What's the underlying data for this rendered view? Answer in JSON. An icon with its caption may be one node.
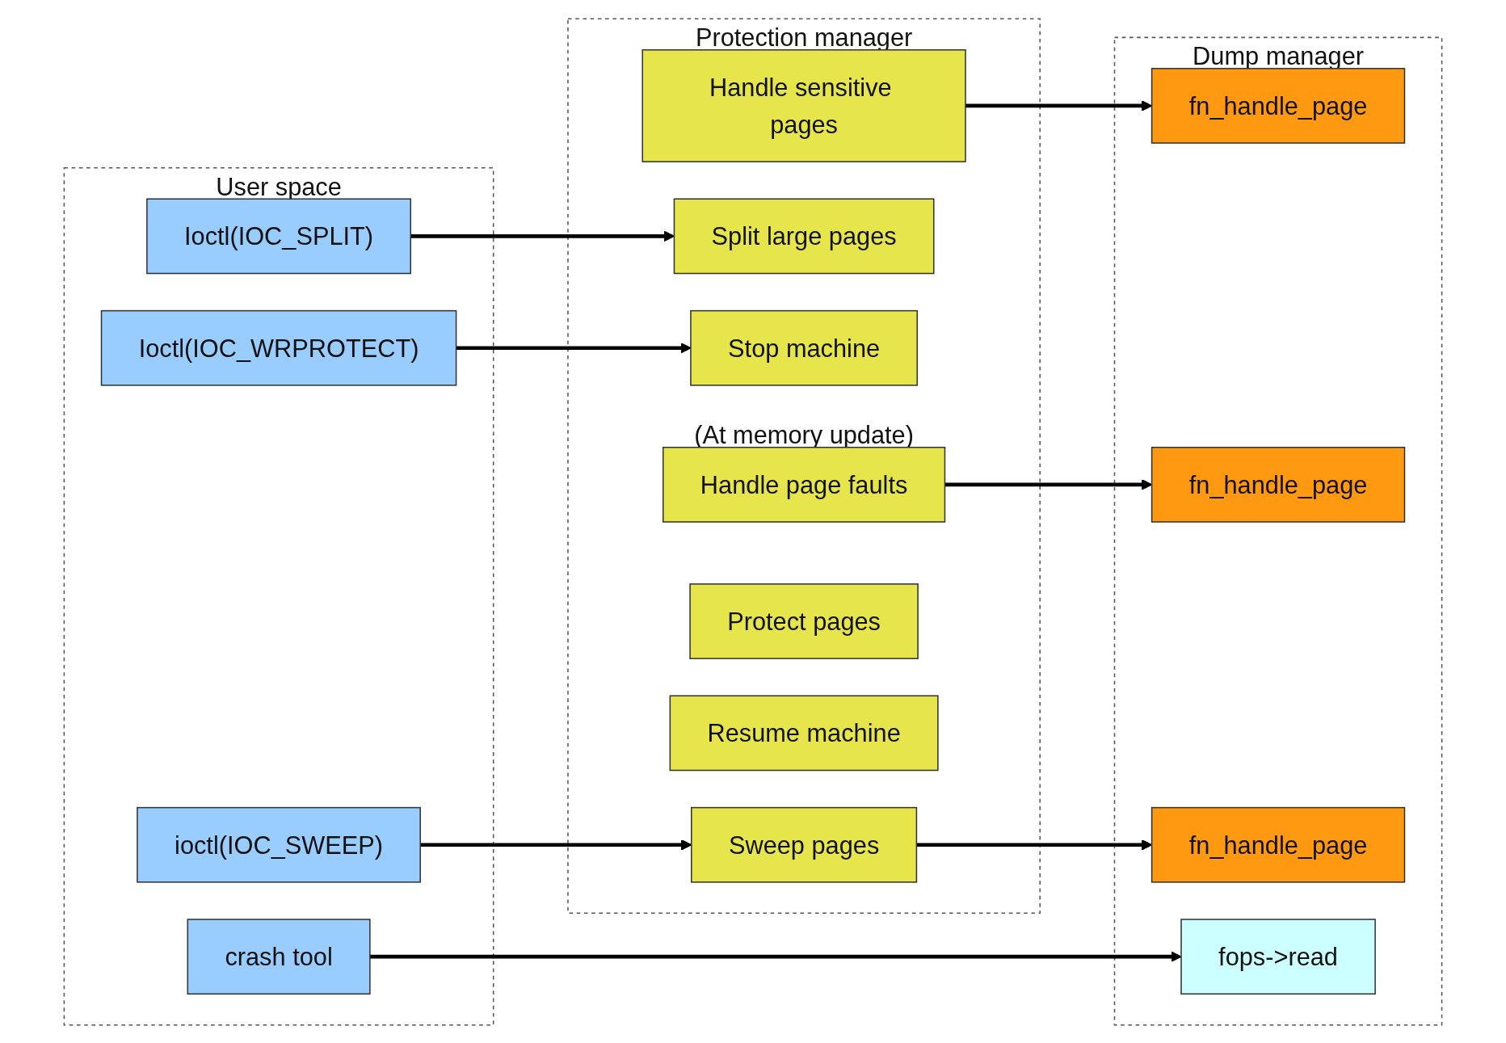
{
  "diagram": {
    "nodes": [
      {
        "text": [
          "User space"
        ]
      },
      {
        "text": [
          "Protection manager"
        ]
      },
      {
        "text": [
          "Dump manager"
        ]
      },
      {
        "text": [
          "Ioctl(IOC_SPLIT)"
        ],
        "in": 0
      },
      {
        "text": [
          "Split large pages"
        ],
        "in": 1
      },
      {
        "text": [
          "Ioctl(IOC_WRPROTECT)"
        ],
        "in": 0
      },
      {
        "text": [
          "Stop machine"
        ],
        "in": 1
      },
      {
        "text": [
          "Handle sensitive pages"
        ],
        "in": 1
      },
      {
        "text": [
          "Protect pages"
        ],
        "in": 1
      },
      {
        "text": [
          "Resume machine"
        ],
        "in": 1
      },
      {
        "text": [
          "fn_handle_page"
        ],
        "in": 2
      },
      {
        "text": [
          "Handle page faults"
        ],
        "in": 1,
        "beside": [
          "(At memory update)"
        ]
      },
      {
        "text": [
          "fn_handle_page"
        ],
        "in": 2
      },
      {
        "text": [
          "ioctl(IOC_SWEEP)"
        ],
        "in": 0
      },
      {
        "text": [
          "Sweep pages"
        ],
        "in": 1
      },
      {
        "text": [
          "fn_handle_page"
        ],
        "in": 2
      },
      {
        "text": [
          "crash tool"
        ],
        "in": 0
      },
      {
        "text": [
          "fops->read"
        ],
        "in": 2
      }
    ],
    "edges": [
      {
        "from": 3,
        "to": 4,
        "arrow": "to"
      },
      {
        "from": 5,
        "to": 6,
        "arrow": "to"
      },
      {
        "from": 7,
        "to": 10,
        "arrow": "to"
      },
      {
        "from": 11,
        "to": 12,
        "arrow": "to"
      },
      {
        "from": 13,
        "to": 14,
        "arrow": "to"
      },
      {
        "from": 14,
        "to": 15,
        "arrow": "to"
      },
      {
        "from": 16,
        "to": 17,
        "arrow": "to"
      }
    ]
  }
}
